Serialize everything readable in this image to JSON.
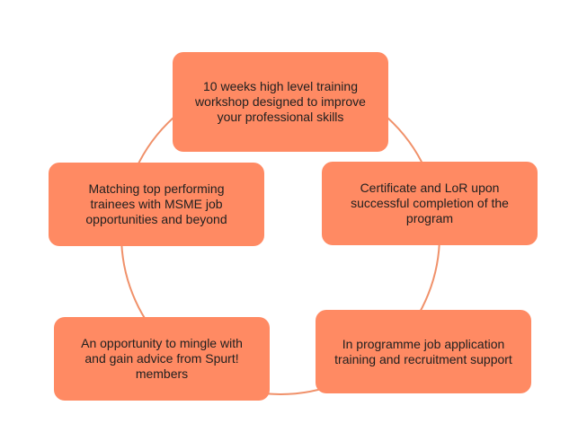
{
  "diagram": {
    "ring_color": "#f0916a",
    "box_color": "#ff8a63",
    "boxes": [
      {
        "id": "top",
        "text": "10 weeks high level training workshop designed to improve your professional skills"
      },
      {
        "id": "right",
        "text": "Certificate and LoR upon successful completion of the program"
      },
      {
        "id": "bottom_right",
        "text": "In programme job application training and recruitment support"
      },
      {
        "id": "bottom_left",
        "text": "An opportunity to mingle with and gain advice from Spurt! members"
      },
      {
        "id": "left",
        "text": "Matching top performing trainees with MSME job opportunities and beyond"
      }
    ]
  }
}
